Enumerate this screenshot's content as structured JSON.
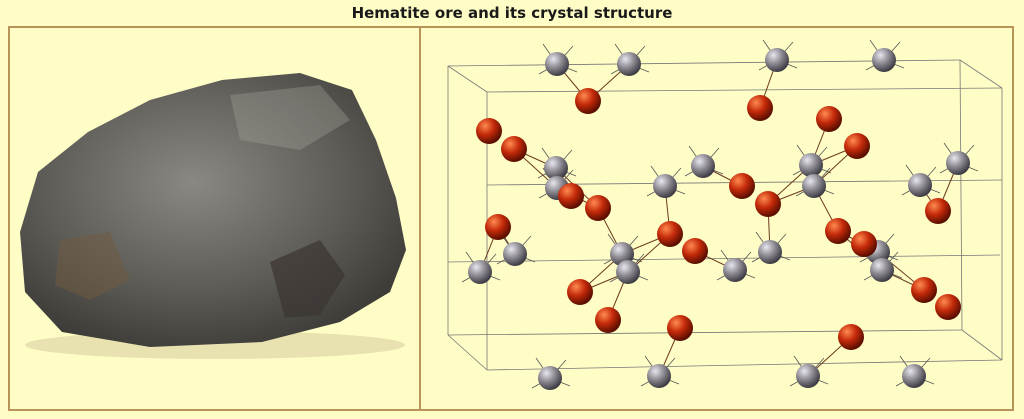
{
  "title": "Hematite ore and its crystal structure",
  "colors": {
    "background": "#fffdc6",
    "frame": "#b8935a",
    "iron_atom": "#8f8c94",
    "oxygen_atom": "#c42a0a"
  },
  "panels": [
    {
      "content": "hematite-ore-photo"
    },
    {
      "content": "hematite-crystal-structure"
    }
  ]
}
